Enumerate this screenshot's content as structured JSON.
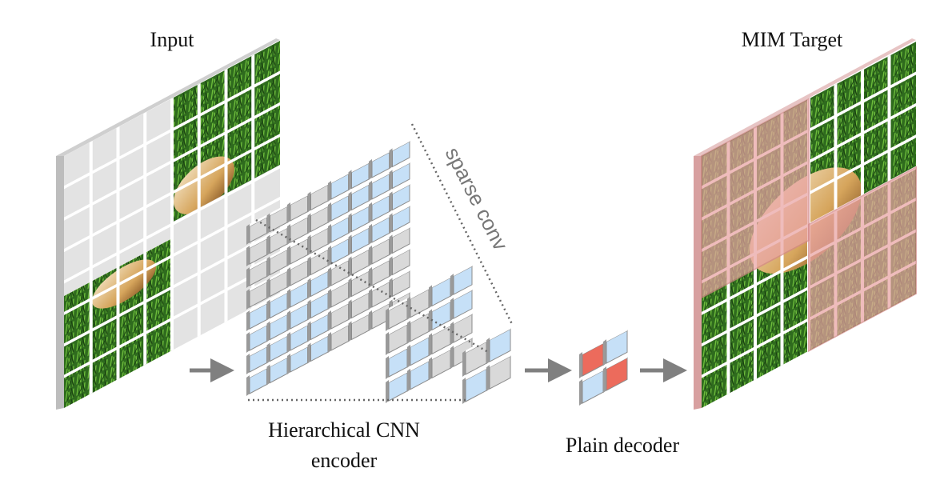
{
  "labels": {
    "input": "Input",
    "mim_target": "MIM Target",
    "encoder_line1": "Hierarchical CNN",
    "encoder_line2": "encoder",
    "decoder": "Plain decoder",
    "sparse_conv": "sparse conv"
  },
  "colors": {
    "masked_cell": "#e3e3e3",
    "blue_cell": "#c6e0f7",
    "gray_cell": "#d9d9d9",
    "red_cell": "#ec6b5c",
    "target_overlay": "#e9a3a3",
    "grass": "#2f6b1e",
    "arrow": "#808080"
  }
}
